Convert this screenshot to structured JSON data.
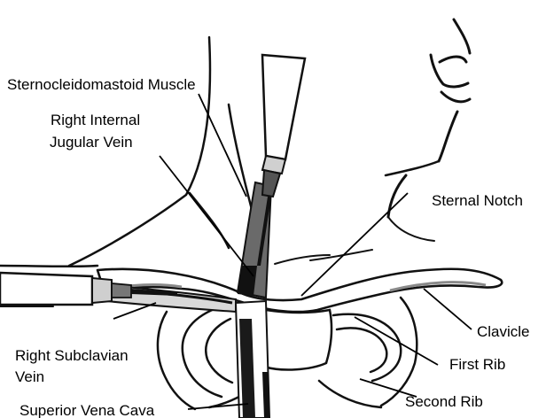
{
  "labels": {
    "scm": "Sternocleidomastoid Muscle",
    "rijv_line1": "Right Internal",
    "rijv_line2": "Jugular Vein",
    "sternal_notch": "Sternal Notch",
    "clavicle": "Clavicle",
    "first_rib": "First Rib",
    "second_rib": "Second Rib",
    "rsv_line1": "Right Subclavian",
    "rsv_line2": "Vein",
    "svc": "Superior Vena Cava"
  },
  "colors": {
    "ink": "#111111",
    "vessel_dark": "#1a1a1a",
    "shade": "#9a9a9a",
    "background": "#ffffff"
  }
}
